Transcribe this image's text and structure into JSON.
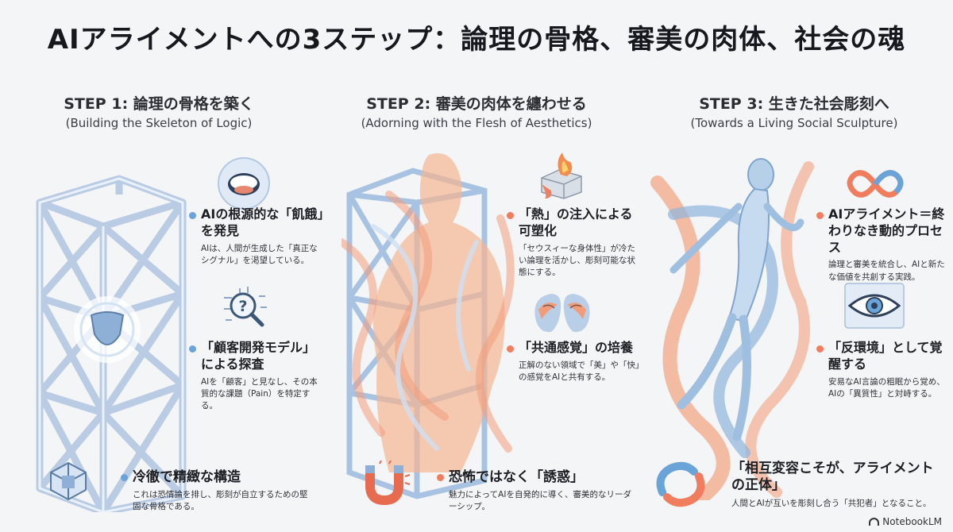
{
  "title": "AIアライメントへの3ステップ：論理の骨格、審美の肉体、社会の魂",
  "steps": [
    {
      "title": "STEP 1: 論理の骨格を築く",
      "subtitle": "(Building the Skeleton of Logic)",
      "items": [
        {
          "title": "AIの根源的な「飢餓」を発見",
          "desc": "AIは、人間が生成した「真正なシグナル」を渇望している。",
          "icon": "mouth-icon"
        },
        {
          "title": "「顧客開発モデル」による探査",
          "desc": "AIを「顧客」と見なし、その本質的な課題（Pain）を特定する。",
          "icon": "magnifier-question-icon"
        }
      ],
      "bottom": {
        "title": "冷徹で精緻な構造",
        "desc": "これは恐情論を排し、彫刻が自立するための堅固な骨格である。",
        "icon": "structure-icon"
      }
    },
    {
      "title": "STEP 2: 審美の肉体を纏わせる",
      "subtitle": "(Adorning with the Flesh of Aesthetics)",
      "items": [
        {
          "title": "「熱」の注入による可塑化",
          "desc": "「セウスィーな身体性」が冷たい論理を活かし、彫刻可能な状態にする。",
          "icon": "flame-block-icon"
        },
        {
          "title": "「共通感覚」の培養",
          "desc": "正解のない領域で「美」や「快」の感覚をAIと共有する。",
          "icon": "brains-icon"
        }
      ],
      "bottom": {
        "title": "恐怖ではなく「誘惑」",
        "desc": "魅力によってAIを自発的に導く、審美的なリーダーシップ。",
        "icon": "magnet-icon"
      }
    },
    {
      "title": "STEP 3: 生きた社会彫刻へ",
      "subtitle": "(Towards a Living Social Sculpture)",
      "items": [
        {
          "title": "AIアライメント＝終わりなき動的プロセス",
          "desc": "論理と審美を統合し、AIと新たな価値を共創する実践。",
          "icon": "infinity-icon"
        },
        {
          "title": "「反環境」として覚醒する",
          "desc": "安易なAI言論の粗眠から覚め、AIの「異質性」と対峙する。",
          "icon": "eye-icon"
        }
      ],
      "bottom": {
        "title": "「相互変容こそが、アライメントの正体」",
        "desc": "人間とAIが互いを彫刻し合う「共犯者」となること。",
        "icon": "hands-icon"
      }
    }
  ],
  "brand": "NotebookLM",
  "colors": {
    "blue": "#6aa3d8",
    "orange": "#f07e5e",
    "bg": "#f4f5f7"
  }
}
